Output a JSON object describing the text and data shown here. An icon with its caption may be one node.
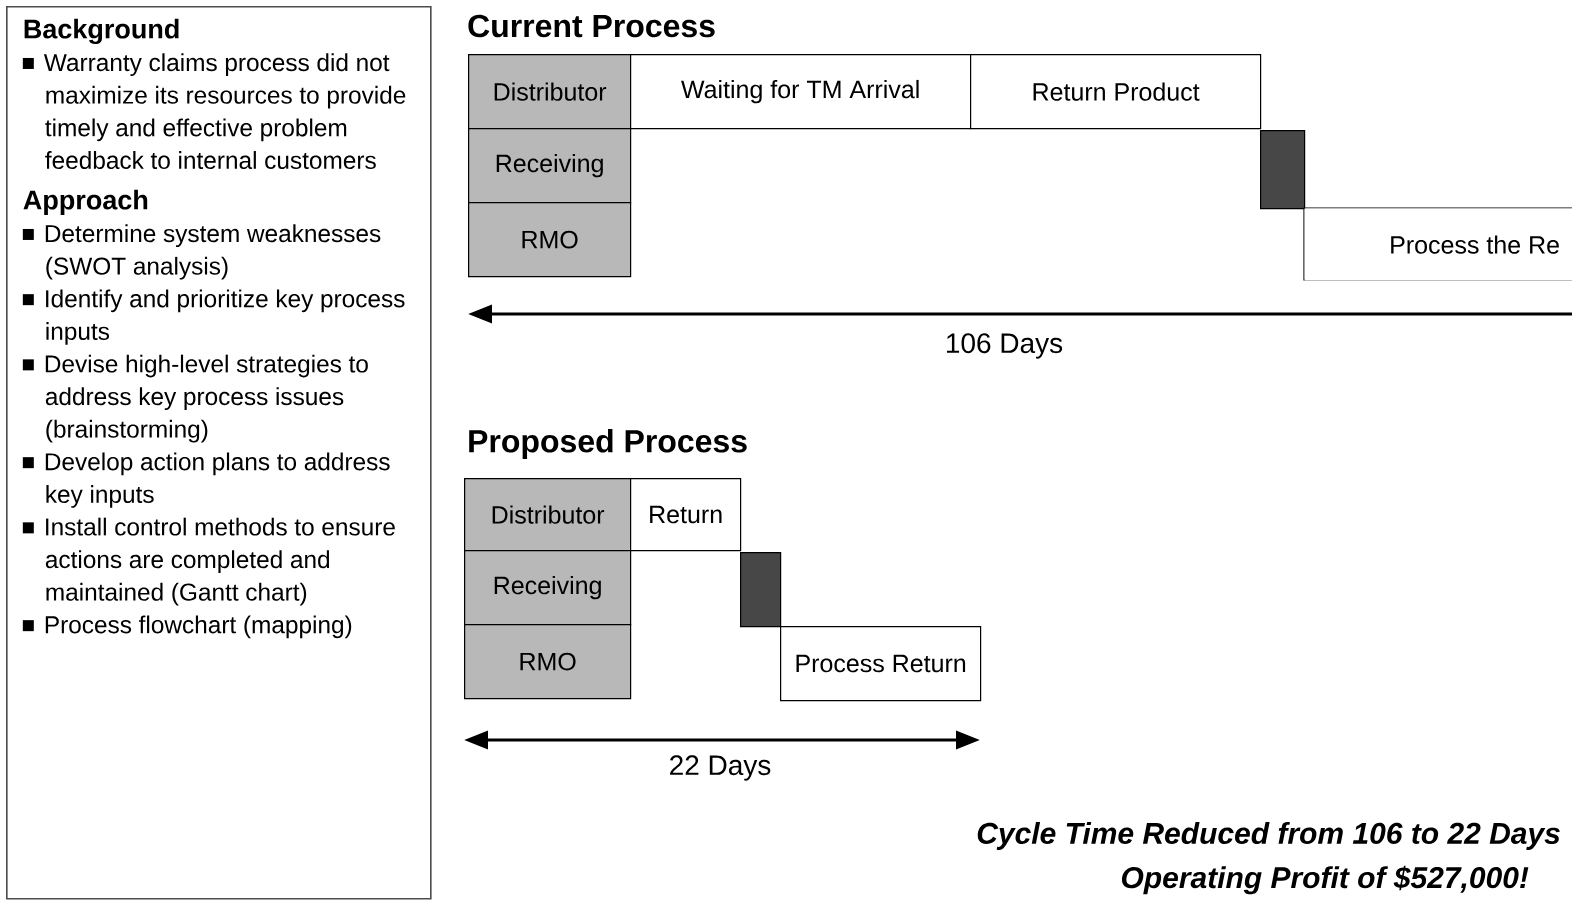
{
  "diagram": {
    "nodes": [
      {
        "text": [
          "Background",
          "Warranty claims process did not maximize its resources to provide timely and effective problem feedback to internal customers",
          "Approach",
          "Determine system weaknesses (SWOT analysis)",
          "Identify and prioritize key process inputs",
          "Devise high-level strategies to address key process issues (brainstorming)",
          "Develop action plans to address key inputs",
          "Install control methods to ensure actions are completed and maintained (Gantt chart)",
          "Process flowchart (mapping)"
        ]
      },
      {
        "text": [
          "Distributor"
        ]
      },
      {
        "text": [
          "Waiting for TM Arrival"
        ]
      },
      {
        "text": [
          "Return Product"
        ]
      },
      {
        "text": [
          "Receiving"
        ]
      },
      {
        "text": [],
        "shape": "box"
      },
      {
        "text": [
          "RMO"
        ]
      },
      {
        "text": [
          "Process the Re"
        ]
      },
      {
        "text": [
          "Distributor"
        ]
      },
      {
        "text": [
          "Return"
        ]
      },
      {
        "text": [
          "Receiving"
        ]
      },
      {
        "text": [],
        "shape": "box"
      },
      {
        "text": [
          "RMO"
        ]
      },
      {
        "text": [
          "Process Return"
        ]
      }
    ],
    "labels": [
      "Current Process",
      "106 Days",
      "Proposed Process",
      "22 Days",
      "Cycle Time Reduced from 106 to 22 Days",
      "Operating Profit of $527,000!"
    ]
  }
}
